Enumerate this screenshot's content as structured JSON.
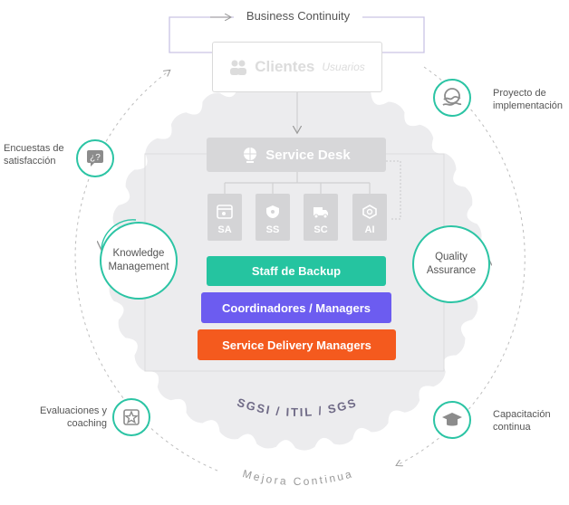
{
  "top_label": "Business Continuity",
  "clientes": {
    "title": "Clientes",
    "subtitle": "Usuarios"
  },
  "service_desk": "Service Desk",
  "teams": [
    "SA",
    "SS",
    "SC",
    "AI"
  ],
  "layers": [
    {
      "label": "Staff de Backup",
      "color": "#25c4a0"
    },
    {
      "label": "Coordinadores / Managers",
      "color": "#6c5cf0"
    },
    {
      "label": "Service Delivery Managers",
      "color": "#f45a1e"
    }
  ],
  "frameworks": "SGSI / ITIL / SGS",
  "bottom_label": "Mejora Continua",
  "circles": {
    "knowledge": "Knowledge Management",
    "quality": "Quality Assurance"
  },
  "side_items": {
    "encuestas": "Encuestas de satisfacción",
    "proyecto": "Proyecto de implementación",
    "evaluaciones": "Evaluaciones y coaching",
    "capacitacion": "Capacitación continua"
  },
  "colors": {
    "accent": "#2bc4a4",
    "gear": "#ececee",
    "gray_box": "#d7d7d9"
  }
}
